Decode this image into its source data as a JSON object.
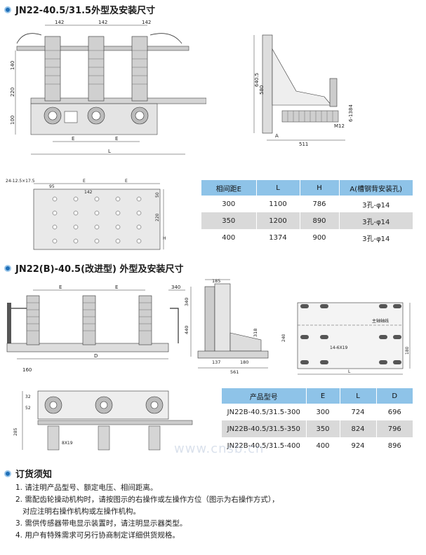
{
  "section1": {
    "title": "JN22-40.5/31.5外型及安装尺寸",
    "dims_front": [
      "142",
      "142",
      "142",
      "E",
      "E",
      "L",
      "140",
      "220",
      "100"
    ],
    "dims_side": [
      "640.5",
      "580",
      "511",
      "A",
      "M12",
      "6-1384"
    ],
    "dims_base": [
      "24-12.5×17.5",
      "95",
      "142",
      "E",
      "E",
      "50",
      "220",
      "H"
    ]
  },
  "table1": {
    "headers": [
      "相间距E",
      "L",
      "H",
      "A(槽钢背安装孔)"
    ],
    "rows": [
      [
        "300",
        "1100",
        "786",
        "3孔-φ14"
      ],
      [
        "350",
        "1200",
        "890",
        "3孔-φ14"
      ],
      [
        "400",
        "1374",
        "900",
        "3孔-φ14"
      ]
    ]
  },
  "section2": {
    "title": "JN22(B)-40.5(改进型) 外型及安装尺寸",
    "dims_front": [
      "E",
      "E",
      "340",
      "D",
      "160"
    ],
    "dims_side": [
      "185",
      "340",
      "440",
      "318",
      "137",
      "180",
      "561"
    ],
    "dims_mount": [
      "主轴轴线",
      "14-6X19",
      "L",
      "240",
      "180"
    ],
    "dims_top": [
      "32",
      "52",
      "285",
      "8X19"
    ]
  },
  "table2": {
    "headers": [
      "产品型号",
      "E",
      "L",
      "D"
    ],
    "rows": [
      [
        "JN22B-40.5/31.5-300",
        "300",
        "724",
        "696"
      ],
      [
        "JN22B-40.5/31.5-350",
        "350",
        "824",
        "796"
      ],
      [
        "JN22B-40.5/31.5-400",
        "400",
        "924",
        "896"
      ]
    ]
  },
  "watermark": "www.cnsb.cn",
  "order": {
    "title": "订货须知",
    "notes": [
      "1. 请注明产品型号、额定电压、相间距离。",
      "2. 需配齿轮操动机构时，请按图示的右操作或左操作方位（图示为右操作方式），",
      "对应注明右操作机构或左操作机构。",
      "3. 需供传感器带电显示装置时，请注明显示器类型。",
      "4. 用户有特殊需求可另行协商制定详细供货规格。"
    ]
  },
  "colors": {
    "accent": "#1f6fb8",
    "table_header": "#8ec3e8",
    "table_stripe": "#d9d9d9"
  }
}
